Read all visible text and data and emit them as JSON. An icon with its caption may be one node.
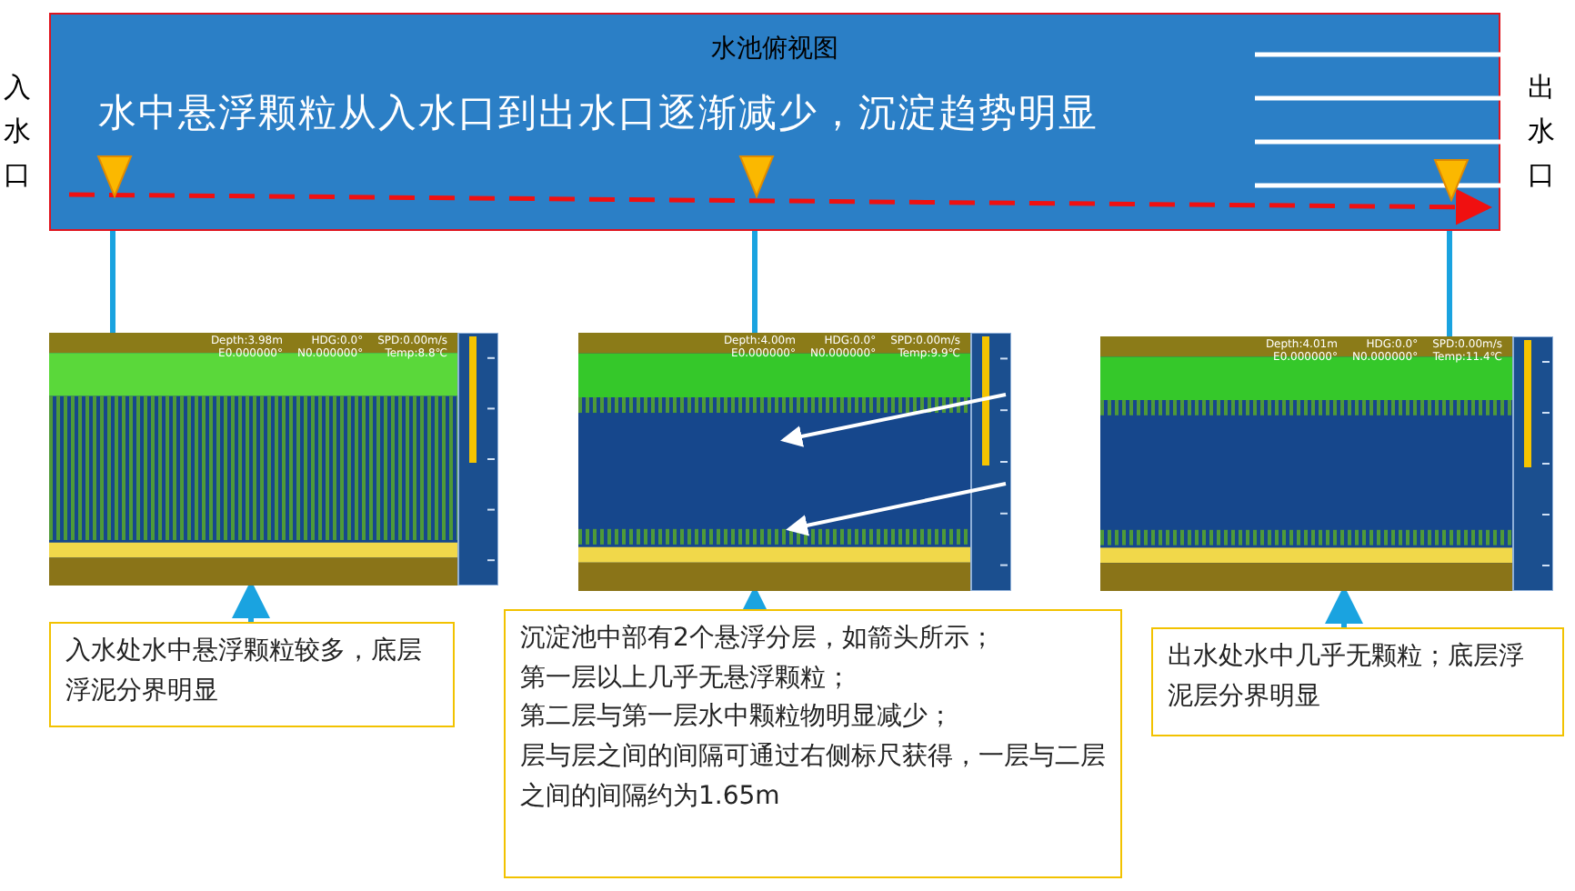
{
  "diagram": {
    "nodes": [
      {
        "text": [
          "水池俯视图",
          "水中悬浮颗粒从入水口到出水口逐渐减少，沉淀趋势明显"
        ]
      },
      {
        "text": [],
        "shape": "triangle",
        "in": 0
      },
      {
        "text": [],
        "shape": "triangle",
        "in": 0
      },
      {
        "text": [],
        "shape": "triangle",
        "in": 0
      },
      {
        "text": [],
        "shape": "picture"
      },
      {
        "text": [],
        "shape": "picture"
      },
      {
        "text": [],
        "shape": "picture"
      },
      {
        "text": [
          "入水处水中悬浮颗粒较多，底层浮泥分界明显"
        ]
      },
      {
        "text": [
          "沉淀池中部有2个悬浮分层，如箭头所示；",
          "第一层以上几乎无悬浮颗粒；",
          "第二层与第一层水中颗粒物明显减少；",
          "层与层之间的间隔可通过右侧标尺获得，一层与二层之间的间隔约为1.65m"
        ]
      },
      {
        "text": [
          "出水处水中几乎无颗粒；底层浮泥层分界明显"
        ]
      }
    ],
    "edges": [
      {
        "from": 1,
        "to": 4,
        "arrow": "none"
      },
      {
        "from": 2,
        "to": 5,
        "arrow": "none"
      },
      {
        "from": 3,
        "to": 6,
        "arrow": "none"
      },
      {
        "from": 7,
        "to": 4,
        "arrow": "to"
      },
      {
        "from": 8,
        "to": 5,
        "arrow": "to"
      },
      {
        "from": 9,
        "to": 6,
        "arrow": "to"
      }
    ],
    "labels": [
      "入水口",
      "出水口",
      "Depth:3.98m",
      "HDG:0.0°",
      "SPD:0.00m/s",
      "E0.000000°",
      "N0.000000°",
      "Temp:8.8℃",
      "Depth:4.00m",
      "HDG:0.0°",
      "SPD:0.00m/s",
      "E0.000000°",
      "N0.000000°",
      "Temp:9.9℃",
      "Depth:4.01m",
      "HDG:0.0°",
      "SPD:0.00m/s",
      "E0.000000°",
      "N0.000000°",
      "Temp:11.4℃"
    ]
  }
}
